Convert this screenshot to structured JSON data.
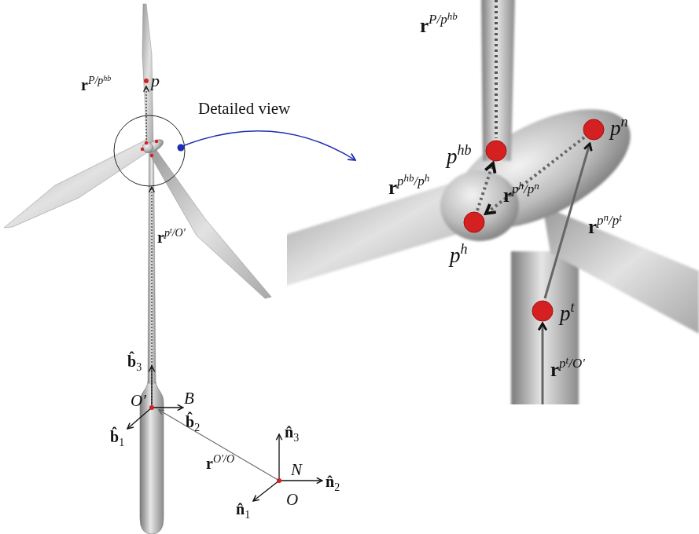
{
  "diagram": {
    "labels": [
      "p",
      "rP/phb",
      "Detailed view",
      "rpt/O′",
      "b̂3",
      "O′",
      "B",
      "b̂2",
      "b̂1",
      "rO′/O",
      "n̂3",
      "N",
      "n̂2",
      "n̂1",
      "O",
      "rP/phb",
      "phb",
      "pn",
      "rphb/ph",
      "rph/pn",
      "ph",
      "rpn/pt",
      "pt",
      "rpt/O′"
    ]
  }
}
